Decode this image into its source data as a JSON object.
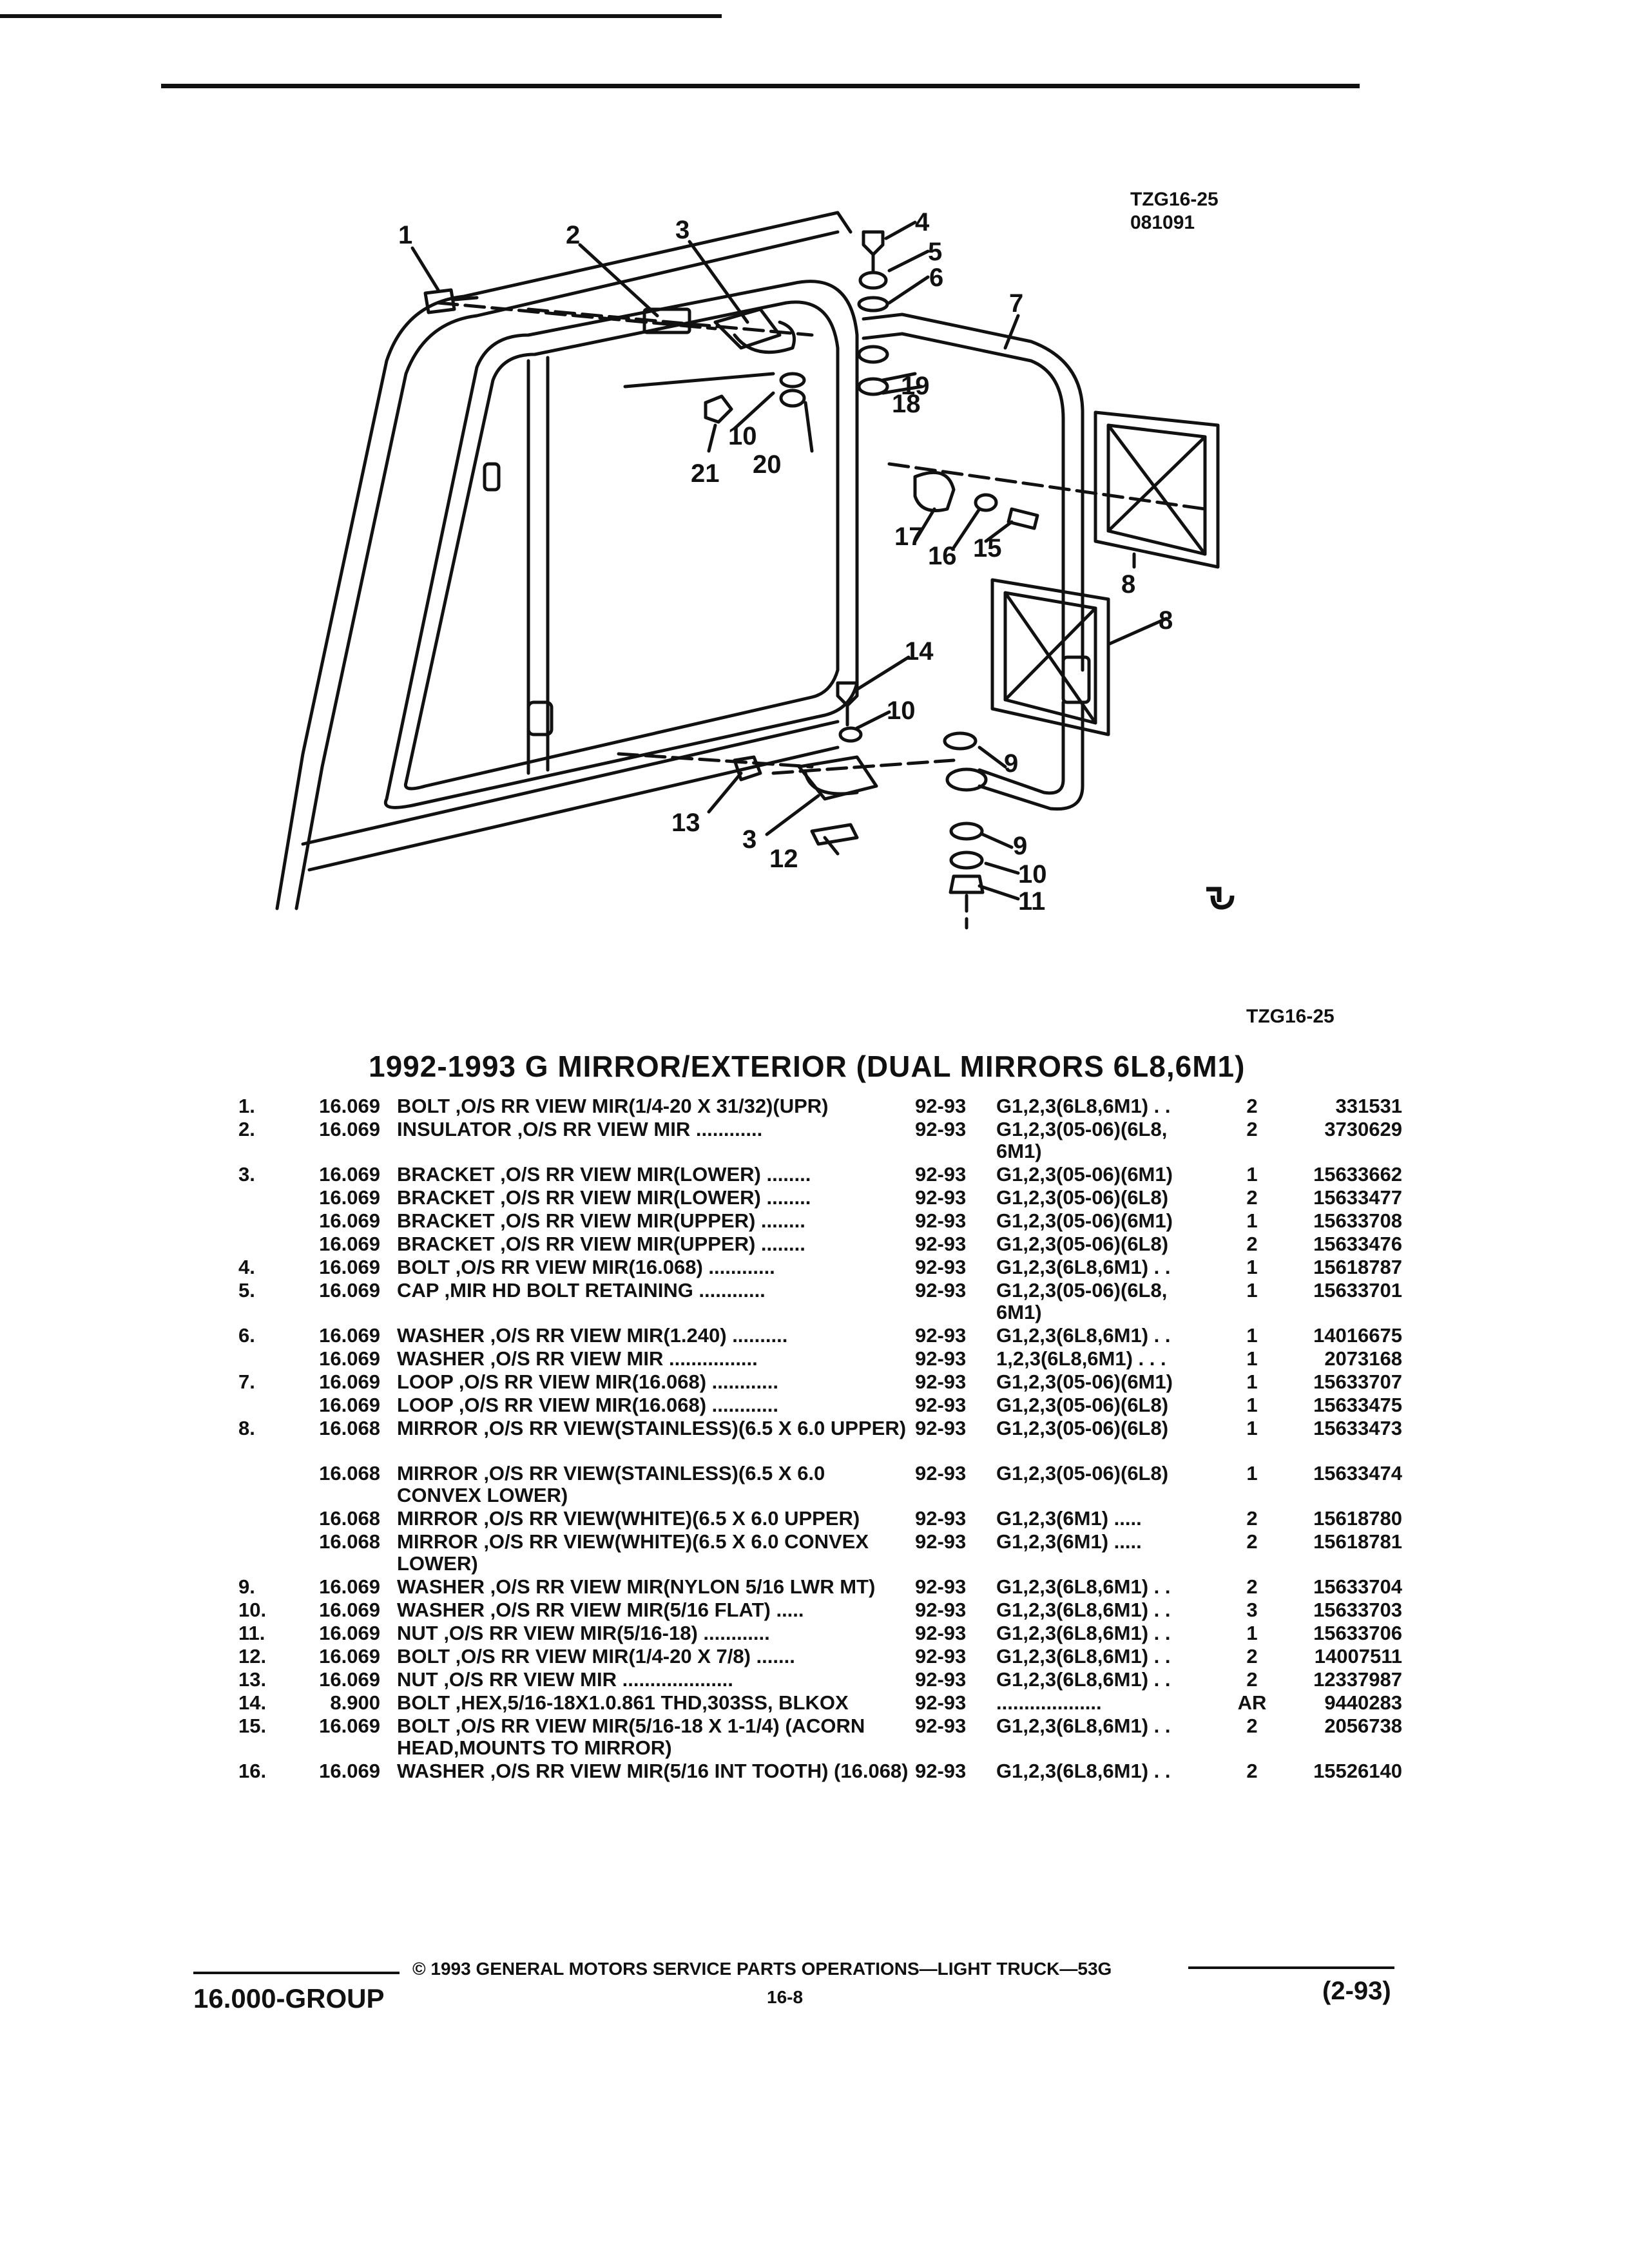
{
  "header": {
    "fig_code": "TZG16-25",
    "fig_date": "081091",
    "fig_code_bottom": "TZG16-25"
  },
  "diagram": {
    "callouts": [
      "1",
      "2",
      "3",
      "4",
      "5",
      "6",
      "7",
      "8",
      "8",
      "9",
      "9",
      "10",
      "10",
      "10",
      "11",
      "12",
      "13",
      "14",
      "15",
      "16",
      "17",
      "18",
      "19",
      "20",
      "21",
      "3"
    ]
  },
  "section_title": "1992-1993 G MIRROR/EXTERIOR (DUAL MIRRORS 6L8,6M1)",
  "parts": [
    {
      "ref": "1.",
      "group": "16.069",
      "desc": "BOLT ,O/S RR VIEW MIR(1/4-20 X 31/32)(UPR)",
      "years": "92-93",
      "usage": "G1,2,3(6L8,6M1) . .",
      "qty": "2",
      "part": "331531"
    },
    {
      "ref": "2.",
      "group": "16.069",
      "desc": "INSULATOR ,O/S RR VIEW MIR ............",
      "years": "92-93",
      "usage": "G1,2,3(05-06)(6L8, 6M1)",
      "qty": "2",
      "part": "3730629"
    },
    {
      "ref": "3.",
      "group": "16.069",
      "desc": "BRACKET ,O/S RR VIEW MIR(LOWER) ........",
      "years": "92-93",
      "usage": "G1,2,3(05-06)(6M1)",
      "qty": "1",
      "part": "15633662"
    },
    {
      "ref": "",
      "group": "16.069",
      "desc": "BRACKET ,O/S RR VIEW MIR(LOWER) ........",
      "years": "92-93",
      "usage": "G1,2,3(05-06)(6L8)",
      "qty": "2",
      "part": "15633477"
    },
    {
      "ref": "",
      "group": "16.069",
      "desc": "BRACKET ,O/S RR VIEW MIR(UPPER) ........",
      "years": "92-93",
      "usage": "G1,2,3(05-06)(6M1)",
      "qty": "1",
      "part": "15633708"
    },
    {
      "ref": "",
      "group": "16.069",
      "desc": "BRACKET ,O/S RR VIEW MIR(UPPER) ........",
      "years": "92-93",
      "usage": "G1,2,3(05-06)(6L8)",
      "qty": "2",
      "part": "15633476"
    },
    {
      "ref": "4.",
      "group": "16.069",
      "desc": "BOLT ,O/S RR VIEW MIR(16.068) ............",
      "years": "92-93",
      "usage": "G1,2,3(6L8,6M1) . .",
      "qty": "1",
      "part": "15618787"
    },
    {
      "ref": "5.",
      "group": "16.069",
      "desc": "CAP ,MIR HD BOLT RETAINING ............",
      "years": "92-93",
      "usage": "G1,2,3(05-06)(6L8, 6M1)",
      "qty": "1",
      "part": "15633701"
    },
    {
      "ref": "6.",
      "group": "16.069",
      "desc": "WASHER ,O/S RR VIEW MIR(1.240) ..........",
      "years": "92-93",
      "usage": "G1,2,3(6L8,6M1) . .",
      "qty": "1",
      "part": "14016675"
    },
    {
      "ref": "",
      "group": "16.069",
      "desc": "WASHER ,O/S RR VIEW MIR ................",
      "years": "92-93",
      "usage": "1,2,3(6L8,6M1) . . .",
      "qty": "1",
      "part": "2073168"
    },
    {
      "ref": "7.",
      "group": "16.069",
      "desc": "LOOP ,O/S RR VIEW MIR(16.068) ............",
      "years": "92-93",
      "usage": "G1,2,3(05-06)(6M1)",
      "qty": "1",
      "part": "15633707"
    },
    {
      "ref": "",
      "group": "16.069",
      "desc": "LOOP ,O/S RR VIEW MIR(16.068) ............",
      "years": "92-93",
      "usage": "G1,2,3(05-06)(6L8)",
      "qty": "1",
      "part": "15633475"
    },
    {
      "ref": "8.",
      "group": "16.068",
      "desc": "MIRROR ,O/S RR VIEW(STAINLESS)(6.5 X 6.0 UPPER)",
      "years": "92-93",
      "usage": "G1,2,3(05-06)(6L8)",
      "qty": "1",
      "part": "15633473"
    },
    {
      "ref": "",
      "group": "16.068",
      "desc": "MIRROR ,O/S RR VIEW(STAINLESS)(6.5 X 6.0 CONVEX LOWER)",
      "years": "92-93",
      "usage": "G1,2,3(05-06)(6L8)",
      "qty": "1",
      "part": "15633474"
    },
    {
      "ref": "",
      "group": "16.068",
      "desc": "MIRROR ,O/S RR VIEW(WHITE)(6.5 X 6.0 UPPER)",
      "years": "92-93",
      "usage": "G1,2,3(6M1) .....",
      "qty": "2",
      "part": "15618780"
    },
    {
      "ref": "",
      "group": "16.068",
      "desc": "MIRROR ,O/S RR VIEW(WHITE)(6.5 X 6.0 CONVEX LOWER)",
      "years": "92-93",
      "usage": "G1,2,3(6M1) .....",
      "qty": "2",
      "part": "15618781"
    },
    {
      "ref": "9.",
      "group": "16.069",
      "desc": "WASHER ,O/S RR VIEW MIR(NYLON 5/16 LWR MT)",
      "years": "92-93",
      "usage": "G1,2,3(6L8,6M1) . .",
      "qty": "2",
      "part": "15633704"
    },
    {
      "ref": "10.",
      "group": "16.069",
      "desc": "WASHER ,O/S RR VIEW MIR(5/16 FLAT) .....",
      "years": "92-93",
      "usage": "G1,2,3(6L8,6M1) . .",
      "qty": "3",
      "part": "15633703"
    },
    {
      "ref": "11.",
      "group": "16.069",
      "desc": "NUT ,O/S RR VIEW MIR(5/16-18) ............",
      "years": "92-93",
      "usage": "G1,2,3(6L8,6M1) . .",
      "qty": "1",
      "part": "15633706"
    },
    {
      "ref": "12.",
      "group": "16.069",
      "desc": "BOLT ,O/S RR VIEW MIR(1/4-20 X 7/8) .......",
      "years": "92-93",
      "usage": "G1,2,3(6L8,6M1) . .",
      "qty": "2",
      "part": "14007511"
    },
    {
      "ref": "13.",
      "group": "16.069",
      "desc": "NUT ,O/S RR VIEW MIR ....................",
      "years": "92-93",
      "usage": "G1,2,3(6L8,6M1) . .",
      "qty": "2",
      "part": "12337987"
    },
    {
      "ref": "14.",
      "group": "8.900",
      "desc": "BOLT ,HEX,5/16-18X1.0.861 THD,303SS, BLKOX",
      "years": "92-93",
      "usage": "...................",
      "qty": "AR",
      "part": "9440283"
    },
    {
      "ref": "15.",
      "group": "16.069",
      "desc": "BOLT ,O/S RR VIEW MIR(5/16-18 X 1-1/4) (ACORN HEAD,MOUNTS TO MIRROR)",
      "years": "92-93",
      "usage": "G1,2,3(6L8,6M1) . .",
      "qty": "2",
      "part": "2056738"
    },
    {
      "ref": "16.",
      "group": "16.069",
      "desc": "WASHER ,O/S RR VIEW MIR(5/16 INT TOOTH) (16.068)",
      "years": "92-93",
      "usage": "G1,2,3(6L8,6M1) . .",
      "qty": "2",
      "part": "15526140"
    }
  ],
  "footer": {
    "copyright": "© 1993 GENERAL MOTORS SERVICE PARTS OPERATIONS—LIGHT TRUCK—53G",
    "page": "16-8",
    "group": "16.000-GROUP",
    "date": "(2-93)"
  }
}
